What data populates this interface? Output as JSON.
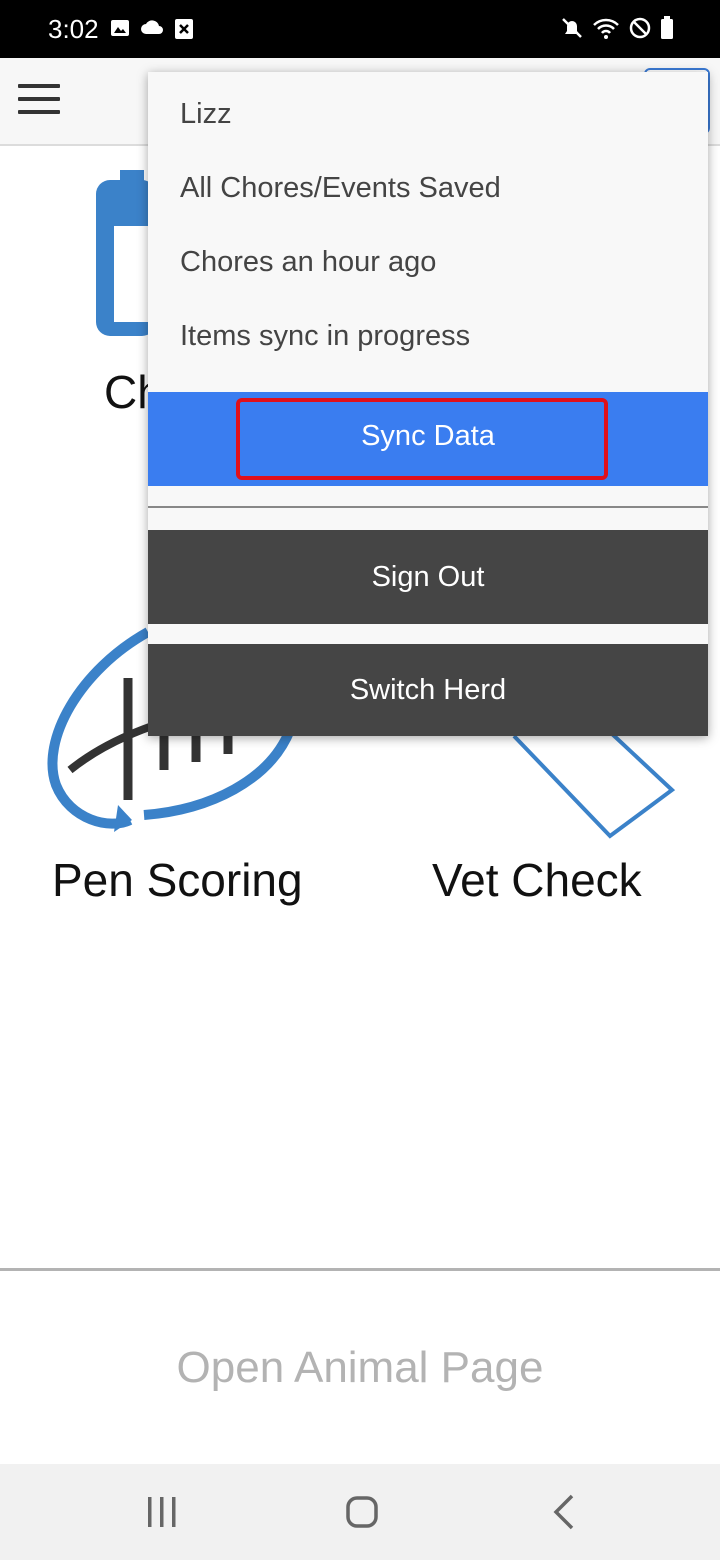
{
  "status_bar": {
    "time": "3:02",
    "left_icons": [
      "image-icon",
      "cloud-icon",
      "close-box-icon"
    ],
    "right_icons": [
      "mute-icon",
      "wifi-icon",
      "no-sign-icon",
      "battery-icon"
    ]
  },
  "header": {
    "menu_icon": "hamburger-icon"
  },
  "tiles": {
    "chores_label_partial": "Ch",
    "pen_scoring_label": "Pen Scoring",
    "vet_check_label": "Vet Check"
  },
  "bottom": {
    "open_animal_label": "Open Animal Page"
  },
  "dropdown": {
    "user_name": "Lizz",
    "status_saved": "All Chores/Events Saved",
    "status_chores": "Chores an hour ago",
    "status_items": "Items sync in progress",
    "sync_label": "Sync Data",
    "sign_out_label": "Sign Out",
    "switch_herd_label": "Switch Herd"
  },
  "colors": {
    "sync_band": "#3a7df0",
    "highlight": "#e0101a",
    "dark_button": "#454545",
    "icon_blue": "#3b82c9"
  }
}
